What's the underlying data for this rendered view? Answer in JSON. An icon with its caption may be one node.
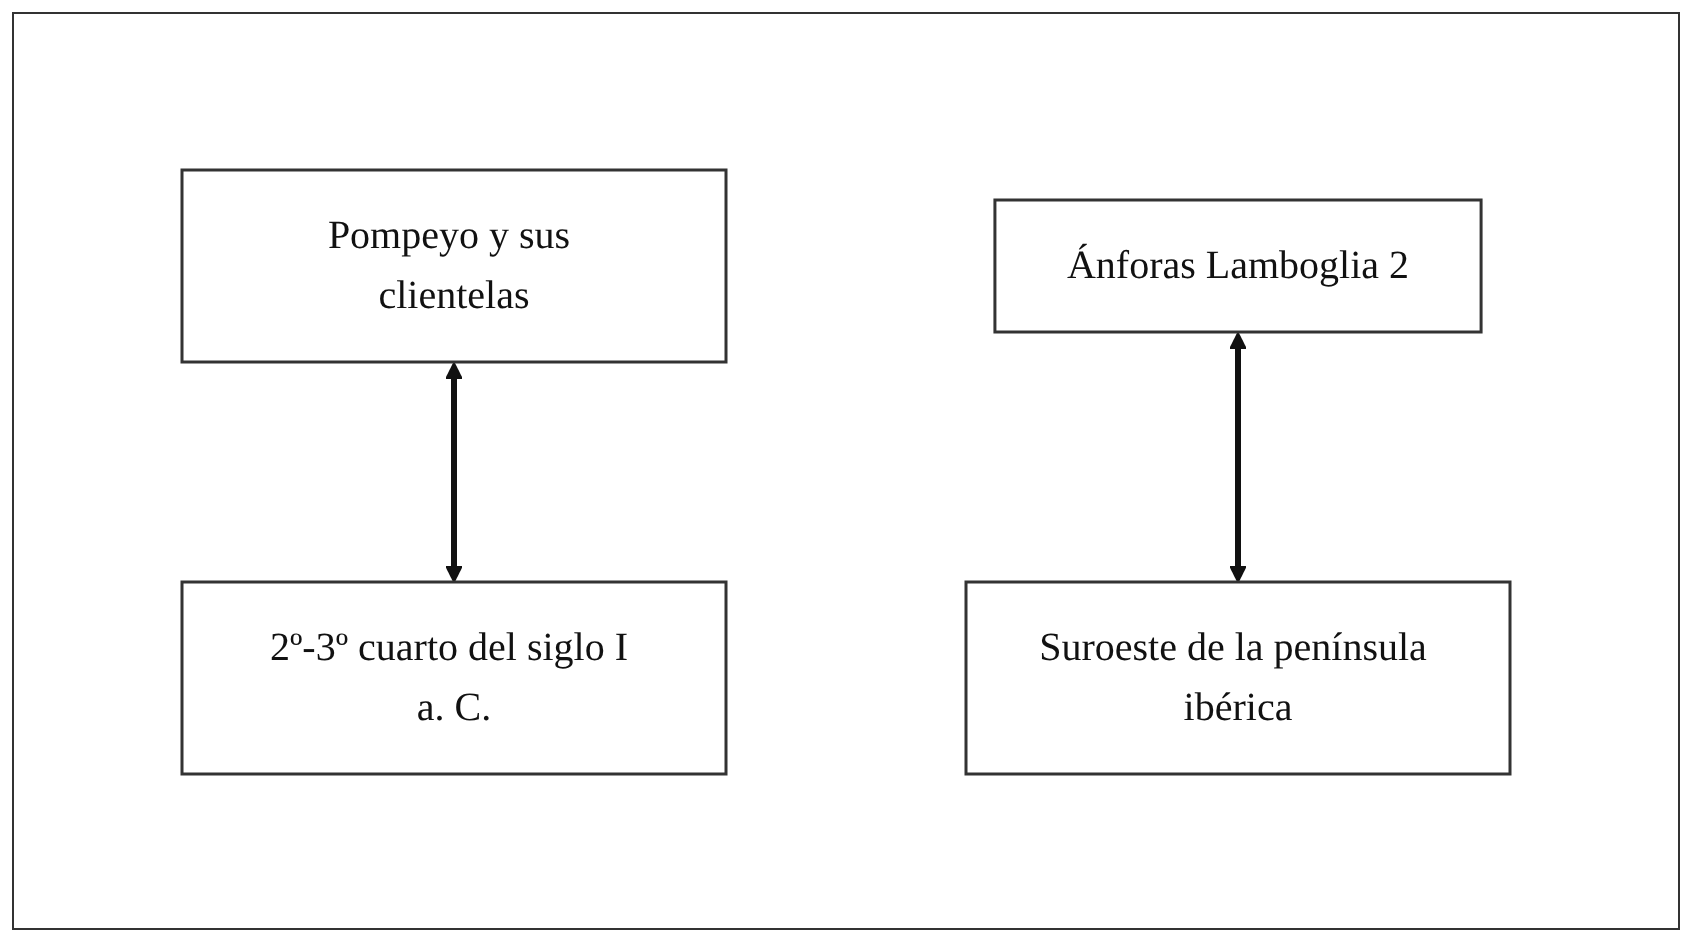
{
  "diagram": {
    "nodes": [
      {
        "text": [
          "Pompeyo y sus clientelas"
        ]
      },
      {
        "text": [
          "Ánforas Lamboglia 2"
        ]
      },
      {
        "text": [
          "Suroeste de la península ibérica"
        ]
      },
      {
        "text": [
          "2º-3º cuarto del siglo I a. C."
        ]
      }
    ],
    "edges": [
      {
        "from": 0,
        "to": 3,
        "arrow": "both"
      },
      {
        "from": 1,
        "to": 2,
        "arrow": "both"
      }
    ]
  }
}
